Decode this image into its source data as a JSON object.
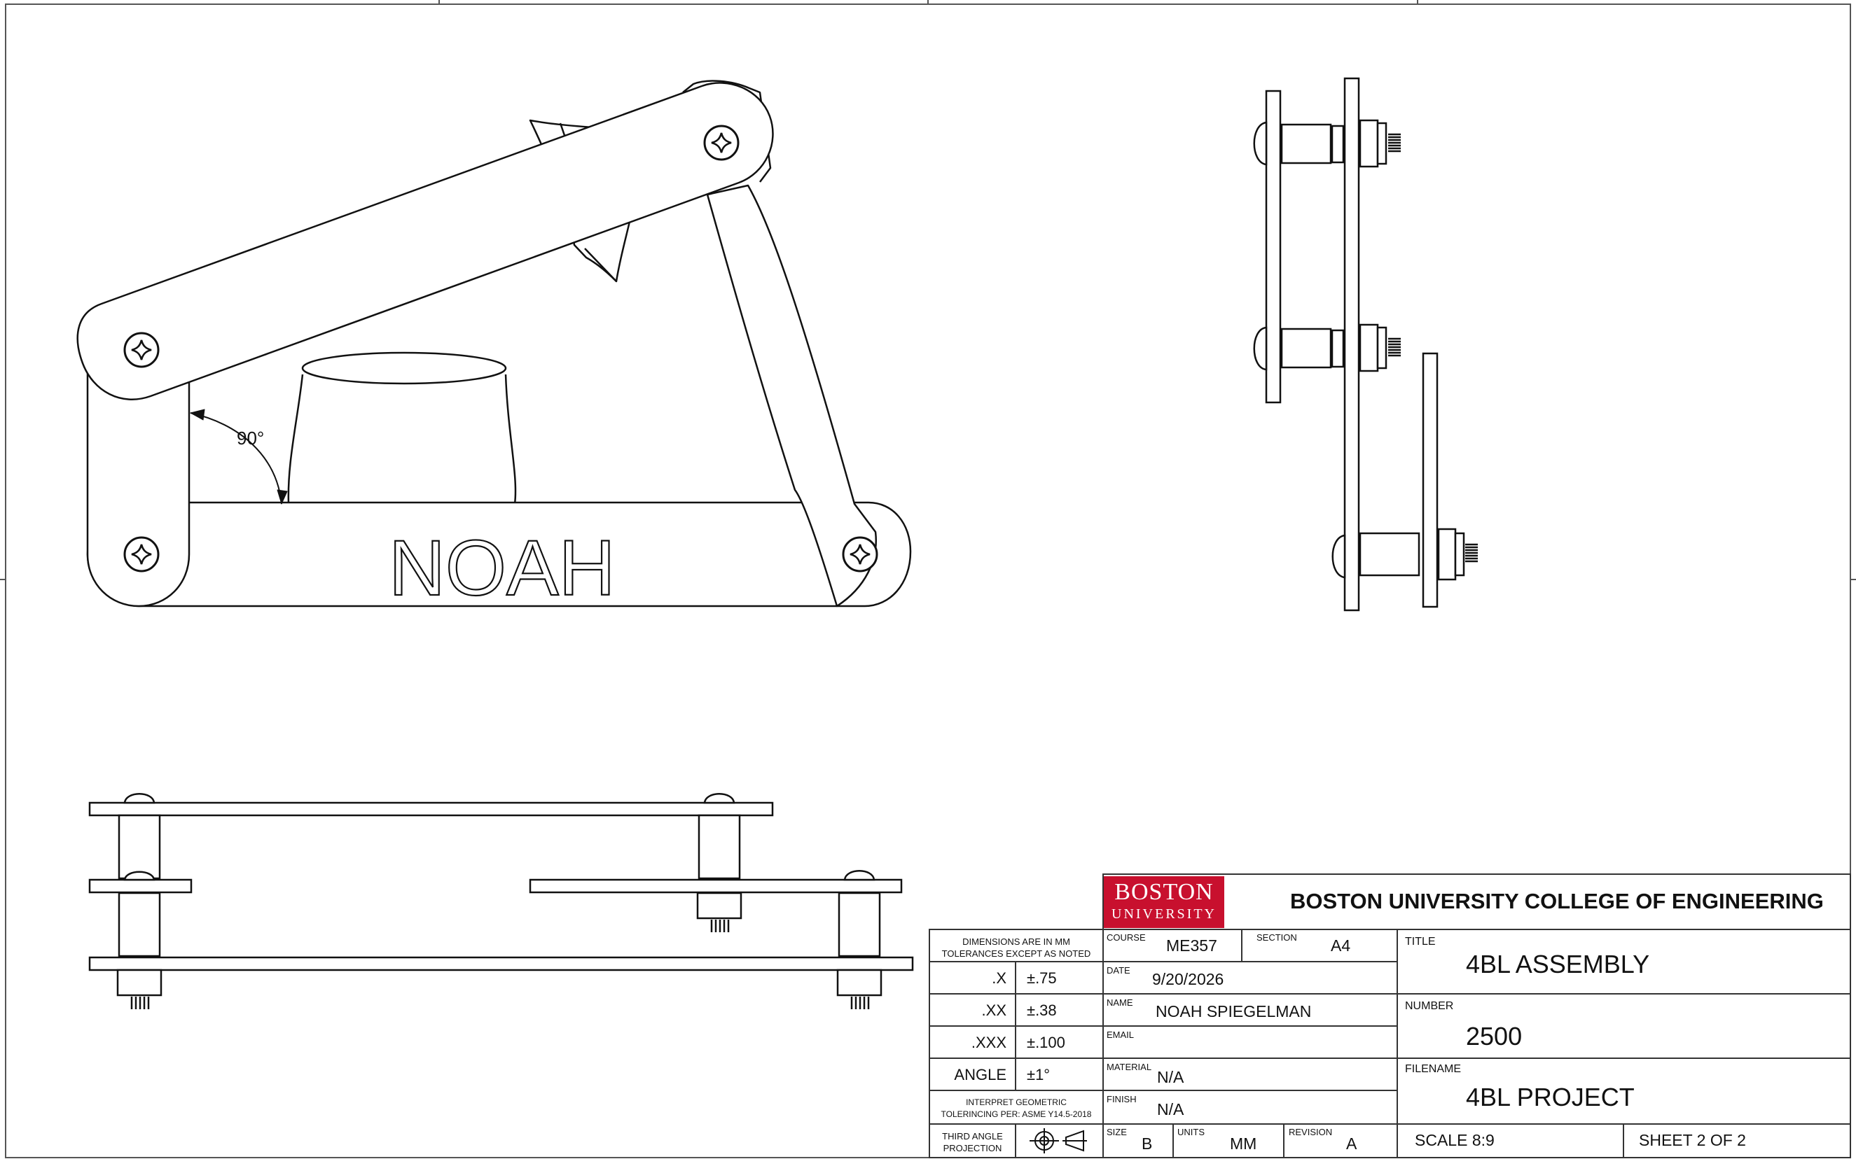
{
  "drawing": {
    "engraving": "NOAH",
    "angle_dimension": "90°"
  },
  "title_block": {
    "logo": {
      "line1": "BOSTON",
      "line2": "UNIVERSITY"
    },
    "header": "BOSTON UNIVERSITY COLLEGE OF ENGINEERING",
    "tolerance_note": [
      "DIMENSIONS ARE IN MM",
      "TOLERANCES EXCEPT AS NOTED"
    ],
    "tolerances": [
      {
        "label": ".X",
        "value": "±.75"
      },
      {
        "label": ".XX",
        "value": "±.38"
      },
      {
        "label": ".XXX",
        "value": "±.100"
      },
      {
        "label": "ANGLE",
        "value": "±1°"
      }
    ],
    "gdt_note": [
      "INTERPRET GEOMETRIC",
      "TOLERINCING PER: ASME Y14.5-2018"
    ],
    "projection": [
      "THIRD ANGLE",
      "PROJECTION"
    ],
    "course": {
      "label": "COURSE",
      "value": "ME357"
    },
    "section": {
      "label": "SECTION",
      "value": "A4"
    },
    "date": {
      "label": "DATE",
      "value": "9/20/2026"
    },
    "name": {
      "label": "NAME",
      "value": "NOAH SPIEGELMAN"
    },
    "email": {
      "label": "EMAIL",
      "value": ""
    },
    "material": {
      "label": "MATERIAL",
      "value": "N/A"
    },
    "finish": {
      "label": "FINISH",
      "value": "N/A"
    },
    "size": {
      "label": "SIZE",
      "value": "B"
    },
    "units": {
      "label": "UNITS",
      "value": "MM"
    },
    "revision": {
      "label": "REVISION",
      "value": "A"
    },
    "title": {
      "label": "TITLE",
      "value": "4BL ASSEMBLY"
    },
    "number": {
      "label": "NUMBER",
      "value": "2500"
    },
    "filename": {
      "label": "FILENAME",
      "value": "4BL PROJECT"
    },
    "scale": "SCALE 8:9",
    "sheet": "SHEET 2 OF 2"
  }
}
